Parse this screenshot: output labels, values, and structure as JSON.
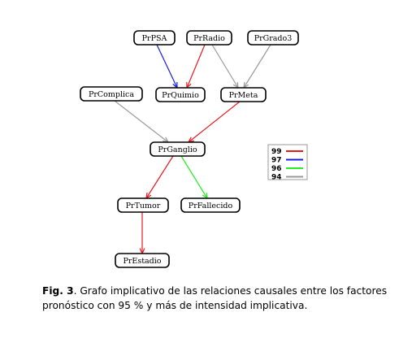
{
  "graph": {
    "nodes": [
      {
        "id": "PrPSA",
        "label": "PrPSA"
      },
      {
        "id": "PrRadio",
        "label": "PrRadio"
      },
      {
        "id": "PrGrado3",
        "label": "PrGrado3"
      },
      {
        "id": "PrComplica",
        "label": "PrComplica"
      },
      {
        "id": "PrQuimio",
        "label": "PrQuimio"
      },
      {
        "id": "PrMeta",
        "label": "PrMeta"
      },
      {
        "id": "PrGanglio",
        "label": "PrGanglio"
      },
      {
        "id": "PrTumor",
        "label": "PrTumor"
      },
      {
        "id": "PrFallecido",
        "label": "PrFallecido"
      },
      {
        "id": "PrEstadio",
        "label": "PrEstadio"
      }
    ],
    "edges": [
      {
        "from": "PrPSA",
        "to": "PrQuimio",
        "level": "97"
      },
      {
        "from": "PrRadio",
        "to": "PrQuimio",
        "level": "99"
      },
      {
        "from": "PrRadio",
        "to": "PrMeta",
        "level": "94"
      },
      {
        "from": "PrGrado3",
        "to": "PrMeta",
        "level": "94"
      },
      {
        "from": "PrComplica",
        "to": "PrGanglio",
        "level": "94"
      },
      {
        "from": "PrMeta",
        "to": "PrGanglio",
        "level": "99"
      },
      {
        "from": "PrGanglio",
        "to": "PrTumor",
        "level": "99"
      },
      {
        "from": "PrGanglio",
        "to": "PrFallecido",
        "level": "96"
      },
      {
        "from": "PrTumor",
        "to": "PrEstadio",
        "level": "99"
      }
    ]
  },
  "legend": [
    {
      "label": "99",
      "color": "#e8191f"
    },
    {
      "label": "97",
      "color": "#1a1ae6"
    },
    {
      "label": "96",
      "color": "#22ee22"
    },
    {
      "label": "94",
      "color": "#9a9a9a"
    }
  ],
  "caption": {
    "fig_label": "Fig. 3",
    "text": ". Grafo implicativo  de las relaciones causales entre los factores pronóstico con 95 % y más de intensidad implicativa."
  }
}
